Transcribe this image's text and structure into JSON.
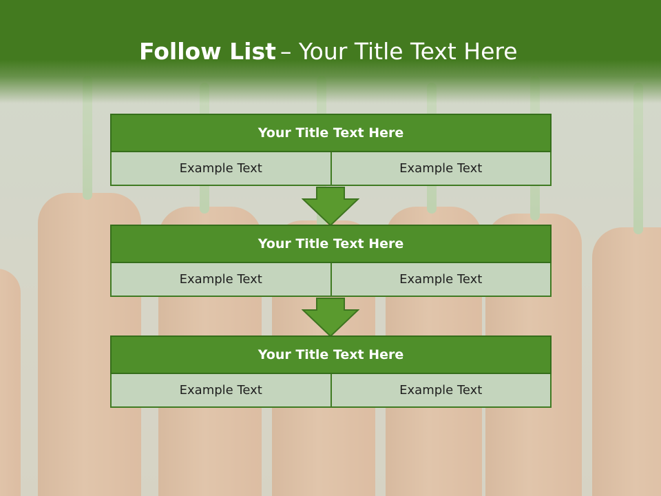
{
  "header": {
    "title_bold": "Follow List",
    "title_rest": "– Your Title Text Here"
  },
  "steps": [
    {
      "title": "Your Title Text Here",
      "left": "Example Text",
      "right": "Example Text"
    },
    {
      "title": "Your Title Text Here",
      "left": "Example Text",
      "right": "Example Text"
    },
    {
      "title": "Your Title Text Here",
      "left": "Example Text",
      "right": "Example Text"
    }
  ],
  "colors": {
    "header_green": "#437a1f",
    "box_title_green": "#4f8f2a",
    "cell_fill": "#c4d5bd",
    "arrow_green": "#5a9a2e"
  },
  "icons": [
    "down-arrow-icon",
    "down-arrow-icon"
  ]
}
